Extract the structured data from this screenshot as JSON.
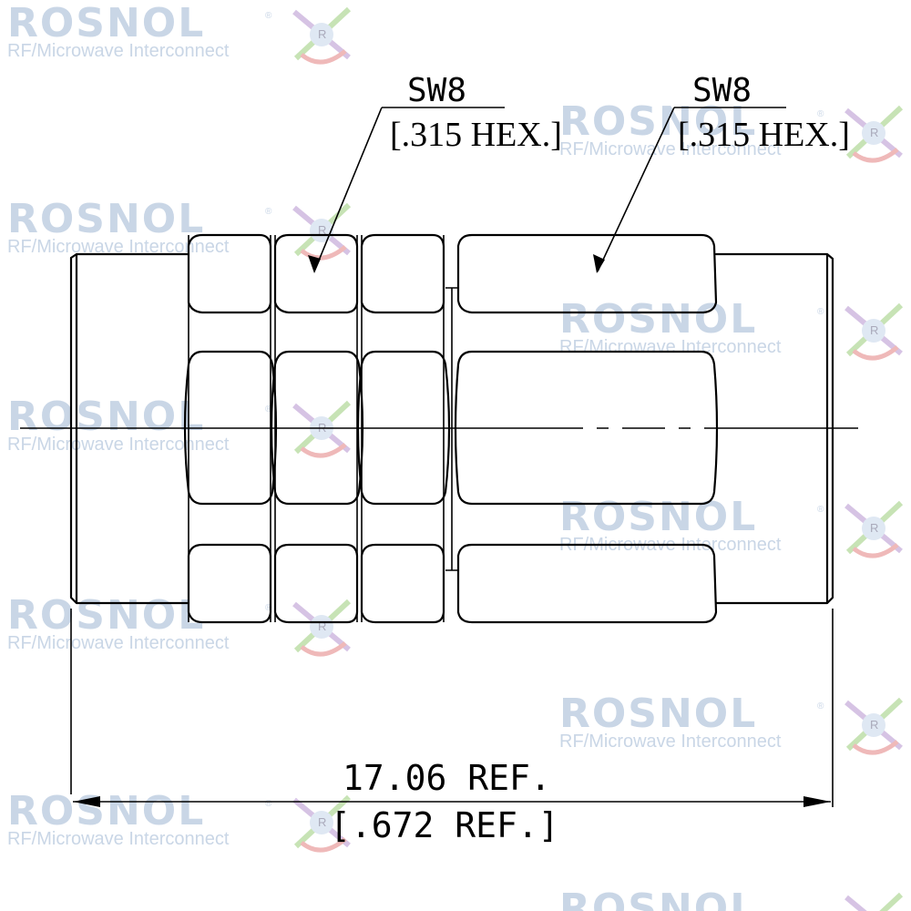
{
  "watermark": {
    "brand": "ROSNOL",
    "tagline": "RF/Microwave Interconnect",
    "registered": "®",
    "logo_letter": "R"
  },
  "callouts": [
    {
      "size": "SW8",
      "inch": "[.315 HEX.]"
    },
    {
      "size": "SW8",
      "inch": "[.315 HEX.]"
    }
  ],
  "dimension": {
    "metric": "17.06 REF.",
    "inch": "[.672 REF.]"
  }
}
